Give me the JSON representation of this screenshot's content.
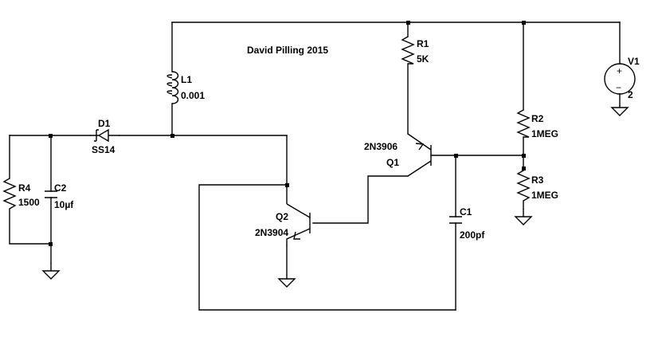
{
  "title": "David Pilling 2015",
  "components": {
    "R1": {
      "ref": "R1",
      "value": "5K"
    },
    "R2": {
      "ref": "R2",
      "value": "1MEG"
    },
    "R3": {
      "ref": "R3",
      "value": "1MEG"
    },
    "R4": {
      "ref": "R4",
      "value": "1500"
    },
    "L1": {
      "ref": "L1",
      "value": "0.001"
    },
    "D1": {
      "ref": "D1",
      "value": "SS14"
    },
    "C1": {
      "ref": "C1",
      "value": "200pf"
    },
    "C2": {
      "ref": "C2",
      "value": "10µf"
    },
    "Q1": {
      "ref": "Q1",
      "value": "2N3906"
    },
    "Q2": {
      "ref": "Q2",
      "value": "2N3904"
    },
    "V1": {
      "ref": "V1",
      "value": "2",
      "plus": "+",
      "minus": "−"
    }
  }
}
